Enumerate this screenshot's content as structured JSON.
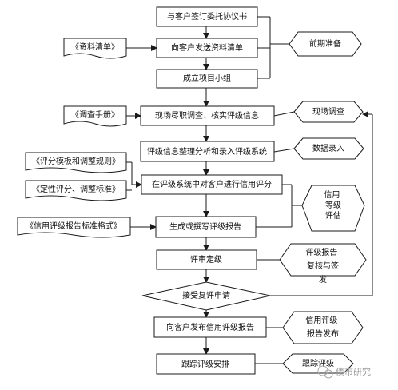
{
  "diagram": {
    "main_steps": {
      "sign_contract": "与客户签订委托协议书",
      "send_checklist": "向客户发送资料清单",
      "form_team": "成立项目小组",
      "onsite_due_diligence": "现场尽职调查、核实评级信息",
      "organize_data": "评级信息整理分析和录入评级系统",
      "credit_rating": "在评级系统中对客户进行信用评分",
      "write_report": "生成或撰写评级报告",
      "review": "评审定级",
      "appeal_decision": "接受复评申请",
      "publish_report": "向客户发布信用评级报告",
      "track_rating": "跟踪评级安排"
    },
    "documents": {
      "checklist": "《资料清单》",
      "survey_manual": "《调查手册》",
      "model_rules": "《评分模板和调整规则》",
      "qualitative_standard": "《定性评分、调整标准》",
      "report_format": "《信用评级报告标准格式》"
    },
    "phases": {
      "preliminary": "前期准备",
      "onsite_survey": "现场调查",
      "data_entry": "数据录入",
      "rating_grade": "信用等级评估",
      "report_review": "评级报告复核与签发",
      "report_publish": "信用评级报告发布",
      "tracking": "跟踪评级"
    },
    "watermark": "债市研究"
  }
}
